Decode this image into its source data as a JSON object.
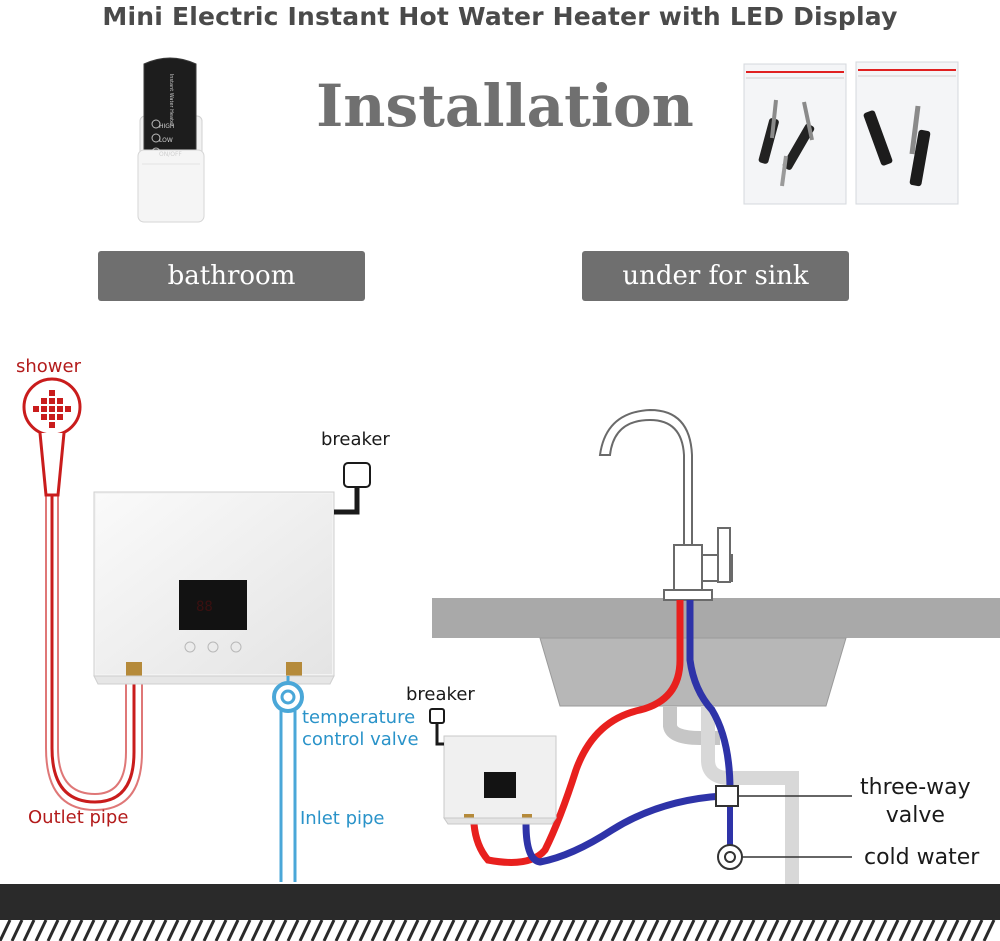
{
  "title": "Mini Electric Instant Hot Water Heater with LED Display",
  "heading": "Installation",
  "scenarios": [
    {
      "label": "bathroom"
    },
    {
      "label": "under for sink"
    }
  ],
  "remote_label": "Instant Water Heater",
  "remote_buttons": [
    "HIGH",
    "LOW",
    "ON/OFF"
  ],
  "labels": {
    "shower": "shower",
    "breaker_left": "breaker",
    "temperature_control_valve": [
      "temperature",
      "control valve"
    ],
    "outlet_pipe": "Outlet pipe",
    "inlet_pipe": "Inlet pipe",
    "breaker_right": "breaker",
    "three_way_valve": [
      "three-way",
      "valve"
    ],
    "cold_water": "cold water"
  },
  "colors": {
    "hot_pipe": "#e8201e",
    "cold_pipe": "#2e33a8",
    "inlet_pipe": "#4aa7d8",
    "label_red": "#b31b1b",
    "label_blue": "#2a93c9",
    "pill_bg": "#6f6f6f",
    "ground": "#2a2a2a"
  }
}
